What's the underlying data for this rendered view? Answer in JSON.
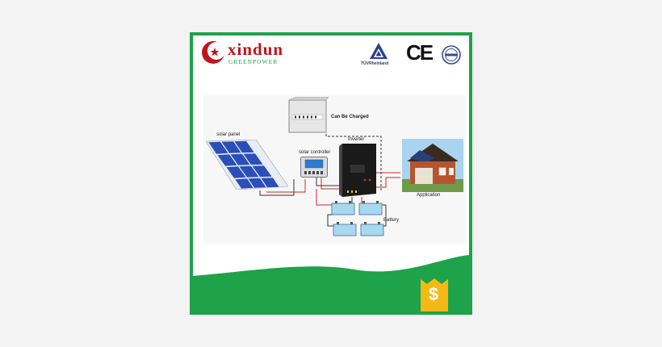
{
  "brand": {
    "name": "xindun",
    "tagline": "GREENPOWER"
  },
  "certifications": {
    "tuv_label": "TÜVRheinland",
    "ce_mark": "CE"
  },
  "diagram": {
    "charger_label": "Can Be Charged",
    "solar_panel_label": "solar panel",
    "controller_label": "solar controller",
    "inverter_label": "Inverter",
    "application_label": "Application",
    "battery_label": "Battery"
  },
  "badge": {
    "symbol": "$"
  },
  "colors": {
    "brand_red": "#c0141c",
    "brand_green": "#1ea24a",
    "badge_yellow": "#f5b915",
    "wire_red": "#d4242a"
  }
}
